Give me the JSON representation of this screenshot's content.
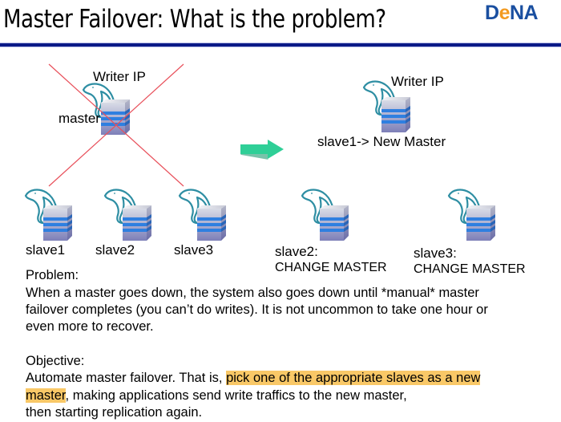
{
  "slide": {
    "title": "Master Failover: What is the problem?",
    "logo": {
      "part1": "D",
      "part2": "e",
      "part3": "NA",
      "colors": {
        "blue": "#1a4fa0",
        "orange": "#f39a1f"
      }
    },
    "rule_color": "#0b1a87"
  },
  "diagram": {
    "before": {
      "writer_ip": "Writer IP",
      "master_label": "master",
      "cross_color": "#e8505b",
      "slaves": [
        "slave1",
        "slave2",
        "slave3"
      ]
    },
    "arrow_color": "#2fcf97",
    "after": {
      "writer_ip": "Writer IP",
      "new_master_label": "slave1-> New Master",
      "slave2_name": "slave2:",
      "slave2_action": "CHANGE MASTER",
      "slave3_name": "slave3:",
      "slave3_action": "CHANGE MASTER"
    },
    "icons": [
      "mysql-dolphin-icon",
      "database-server-icon"
    ]
  },
  "problem": {
    "heading": "Problem:",
    "line1": "When a master goes down, the system also goes down until *manual* master",
    "line2": "failover completes (you can’t do writes). It is not uncommon to take one hour or",
    "line3": "even more to recover."
  },
  "objective": {
    "heading": "Objective:",
    "line1_plain": "Automate master failover. That is, ",
    "line1_highlight": "pick one of the appropriate slaves as a new",
    "line2_highlight": "master",
    "line2_plain": ", making applications send write traffics to the new master,",
    "line3": "then starting replication again.",
    "highlight_color": "#f9c867"
  }
}
